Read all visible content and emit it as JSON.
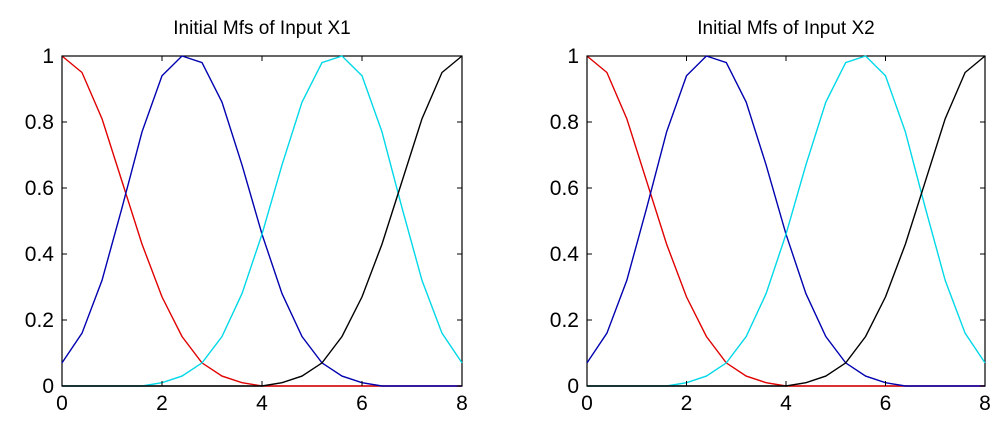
{
  "chart_data": [
    {
      "type": "line",
      "title": "Initial Mfs of Input X1",
      "xlabel": "",
      "ylabel": "",
      "xlim": [
        0,
        8
      ],
      "ylim": [
        0,
        1
      ],
      "xticks": [
        0,
        2,
        4,
        6,
        8
      ],
      "yticks": [
        0,
        0.2,
        0.4,
        0.6,
        0.8,
        1
      ],
      "xtick_labels": [
        "0",
        "2",
        "4",
        "6",
        "8"
      ],
      "ytick_labels": [
        "0",
        "0.2",
        "0.4",
        "0.6",
        "0.8",
        "1"
      ],
      "grid": false,
      "x": [
        0,
        0.4,
        0.8,
        1.2,
        1.6,
        2.0,
        2.4,
        2.8,
        3.2,
        3.6,
        4.0,
        4.4,
        4.8,
        5.2,
        5.6,
        6.0,
        6.4,
        6.8,
        7.2,
        7.6,
        8.0
      ],
      "series": [
        {
          "color": "#e00000",
          "values": [
            1.0,
            0.95,
            0.81,
            0.62,
            0.43,
            0.27,
            0.15,
            0.07,
            0.03,
            0.01,
            0.0,
            0.0,
            0.0,
            0.0,
            0.0,
            0.0,
            0.0,
            0.0,
            0.0,
            0.0,
            0.0
          ]
        },
        {
          "color": "#0000b0",
          "values": [
            0.07,
            0.16,
            0.32,
            0.54,
            0.77,
            0.94,
            1.0,
            0.98,
            0.86,
            0.67,
            0.46,
            0.28,
            0.15,
            0.07,
            0.03,
            0.01,
            0.0,
            0.0,
            0.0,
            0.0,
            0.0
          ]
        },
        {
          "color": "#00d8e8",
          "values": [
            0.0,
            0.0,
            0.0,
            0.0,
            0.0,
            0.01,
            0.03,
            0.07,
            0.15,
            0.28,
            0.46,
            0.67,
            0.86,
            0.98,
            1.0,
            0.94,
            0.77,
            0.54,
            0.32,
            0.16,
            0.07
          ]
        },
        {
          "color": "#000000",
          "values": [
            0.0,
            0.0,
            0.0,
            0.0,
            0.0,
            0.0,
            0.0,
            0.0,
            0.0,
            0.0,
            0.0,
            0.01,
            0.03,
            0.07,
            0.15,
            0.27,
            0.43,
            0.62,
            0.81,
            0.95,
            1.0
          ]
        }
      ]
    },
    {
      "type": "line",
      "title": "Initial Mfs of Input X2",
      "xlabel": "",
      "ylabel": "",
      "xlim": [
        0,
        8
      ],
      "ylim": [
        0,
        1
      ],
      "xticks": [
        0,
        2,
        4,
        6,
        8
      ],
      "yticks": [
        0,
        0.2,
        0.4,
        0.6,
        0.8,
        1
      ],
      "xtick_labels": [
        "0",
        "2",
        "4",
        "6",
        "8"
      ],
      "ytick_labels": [
        "0",
        "0.2",
        "0.4",
        "0.6",
        "0.8",
        "1"
      ],
      "grid": false,
      "x": [
        0,
        0.4,
        0.8,
        1.2,
        1.6,
        2.0,
        2.4,
        2.8,
        3.2,
        3.6,
        4.0,
        4.4,
        4.8,
        5.2,
        5.6,
        6.0,
        6.4,
        6.8,
        7.2,
        7.6,
        8.0
      ],
      "series": [
        {
          "color": "#e00000",
          "values": [
            1.0,
            0.95,
            0.81,
            0.62,
            0.43,
            0.27,
            0.15,
            0.07,
            0.03,
            0.01,
            0.0,
            0.0,
            0.0,
            0.0,
            0.0,
            0.0,
            0.0,
            0.0,
            0.0,
            0.0,
            0.0
          ]
        },
        {
          "color": "#0000b0",
          "values": [
            0.07,
            0.16,
            0.32,
            0.54,
            0.77,
            0.94,
            1.0,
            0.98,
            0.86,
            0.67,
            0.46,
            0.28,
            0.15,
            0.07,
            0.03,
            0.01,
            0.0,
            0.0,
            0.0,
            0.0,
            0.0
          ]
        },
        {
          "color": "#00d8e8",
          "values": [
            0.0,
            0.0,
            0.0,
            0.0,
            0.0,
            0.01,
            0.03,
            0.07,
            0.15,
            0.28,
            0.46,
            0.67,
            0.86,
            0.98,
            1.0,
            0.94,
            0.77,
            0.54,
            0.32,
            0.16,
            0.07
          ]
        },
        {
          "color": "#000000",
          "values": [
            0.0,
            0.0,
            0.0,
            0.0,
            0.0,
            0.0,
            0.0,
            0.0,
            0.0,
            0.0,
            0.0,
            0.01,
            0.03,
            0.07,
            0.15,
            0.27,
            0.43,
            0.62,
            0.81,
            0.95,
            1.0
          ]
        }
      ]
    }
  ]
}
